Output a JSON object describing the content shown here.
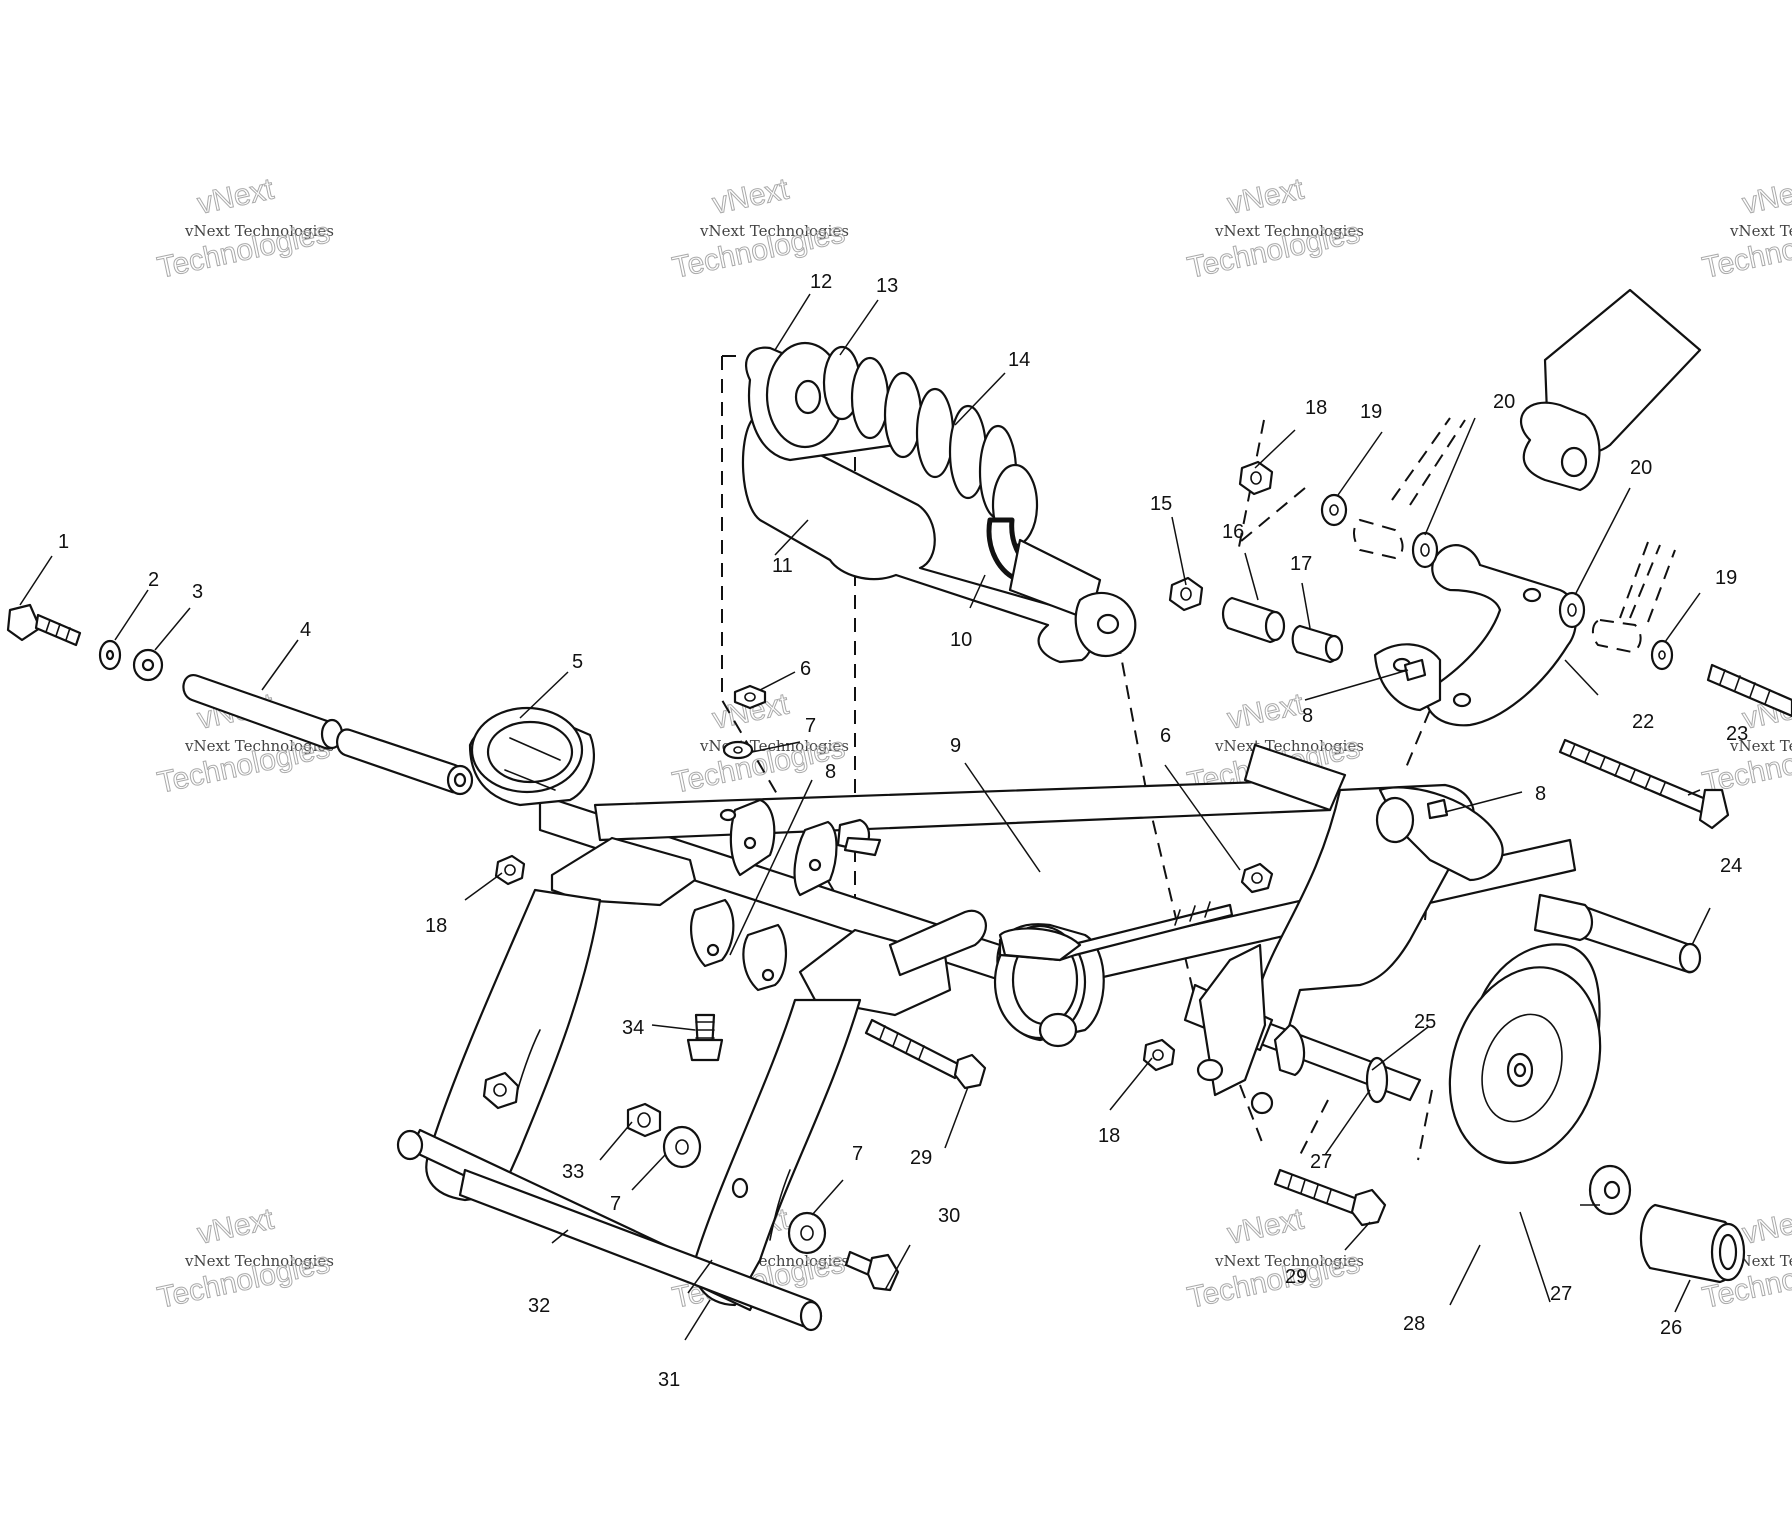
{
  "watermark": {
    "line1": "vNext",
    "line2": "vNext Technologies",
    "line3": "Technologies"
  },
  "callouts": {
    "c1": "1",
    "c2": "2",
    "c3": "3",
    "c4": "4",
    "c5": "5",
    "c6a": "6",
    "c6b": "6",
    "c7a": "7",
    "c7b": "7",
    "c7c": "7",
    "c8a": "8",
    "c8b": "8",
    "c8c": "8",
    "c9": "9",
    "c10": "10",
    "c11": "11",
    "c12": "12",
    "c13": "13",
    "c14": "14",
    "c15": "15",
    "c16": "16",
    "c17": "17",
    "c18a": "18",
    "c18b": "18",
    "c18c": "18",
    "c19a": "19",
    "c19b": "19",
    "c20a": "20",
    "c20b": "20",
    "c22": "22",
    "c23": "23",
    "c24": "24",
    "c25": "25",
    "c26": "26",
    "c27a": "27",
    "c27b": "27",
    "c28": "28",
    "c29a": "29",
    "c29b": "29",
    "c30": "30",
    "c31": "31",
    "c32": "32",
    "c33": "33",
    "c34": "34"
  }
}
